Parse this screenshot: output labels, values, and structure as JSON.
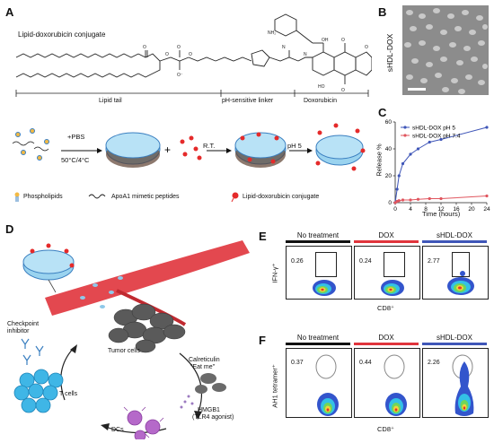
{
  "panels": {
    "A": "A",
    "B": "B",
    "C": "C",
    "D": "D",
    "E": "E",
    "F": "F"
  },
  "panelA": {
    "title": "Lipid-doxorubicin conjugate",
    "segments": [
      "Lipid tail",
      "pH-sensitive linker",
      "Doxorubicin"
    ],
    "steps": [
      "+PBS",
      "50°C/4°C",
      "R.T.",
      "pH 5"
    ],
    "legend": [
      "Phospholipids",
      "ApoA1 mimetic peptides",
      "Lipid-doxorubicin conjugate"
    ]
  },
  "panelB": {
    "label": "sHDL-DOX"
  },
  "chart_data": {
    "type": "line",
    "xlabel": "Time (hours)",
    "ylabel": "Release %",
    "xlim": [
      0,
      24
    ],
    "ylim": [
      0,
      60
    ],
    "xticks": [
      0,
      4,
      8,
      12,
      16,
      20,
      24
    ],
    "yticks": [
      0,
      20,
      40,
      60
    ],
    "series": [
      {
        "name": "sHDL-DOX pH 5",
        "color": "#3f56b8",
        "x": [
          0,
          0.5,
          1,
          2,
          4,
          6,
          9,
          12,
          24
        ],
        "y": [
          0,
          10,
          20,
          29,
          36,
          40,
          45,
          47,
          56
        ]
      },
      {
        "name": "sHDL-DOX pH 7.4",
        "color": "#e0555e",
        "x": [
          0,
          0.5,
          1,
          2,
          4,
          6,
          9,
          12,
          24
        ],
        "y": [
          0,
          1,
          1.5,
          2,
          2,
          2.5,
          3,
          3,
          5
        ]
      }
    ]
  },
  "panelD": {
    "labels": [
      "Checkpoint inhibitor",
      "Tumor cells",
      "Calreticulin",
      "\"Eat me\"",
      "HMGB1",
      "(TLR4 agonist)",
      "T cells",
      "DCs"
    ]
  },
  "flow": {
    "headers": [
      "No treatment",
      "DOX",
      "sHDL-DOX"
    ],
    "header_colors": [
      "#111111",
      "#e0343c",
      "#3f56b8"
    ],
    "E": {
      "ylabel": "IFN-γ⁺",
      "xlabel": "CD8⁺",
      "values": [
        "0.26",
        "0.24",
        "2.77"
      ]
    },
    "F": {
      "ylabel": "AH1 tetramer⁺",
      "xlabel": "CD8⁺",
      "values": [
        "0.37",
        "0.44",
        "2.26"
      ]
    }
  }
}
